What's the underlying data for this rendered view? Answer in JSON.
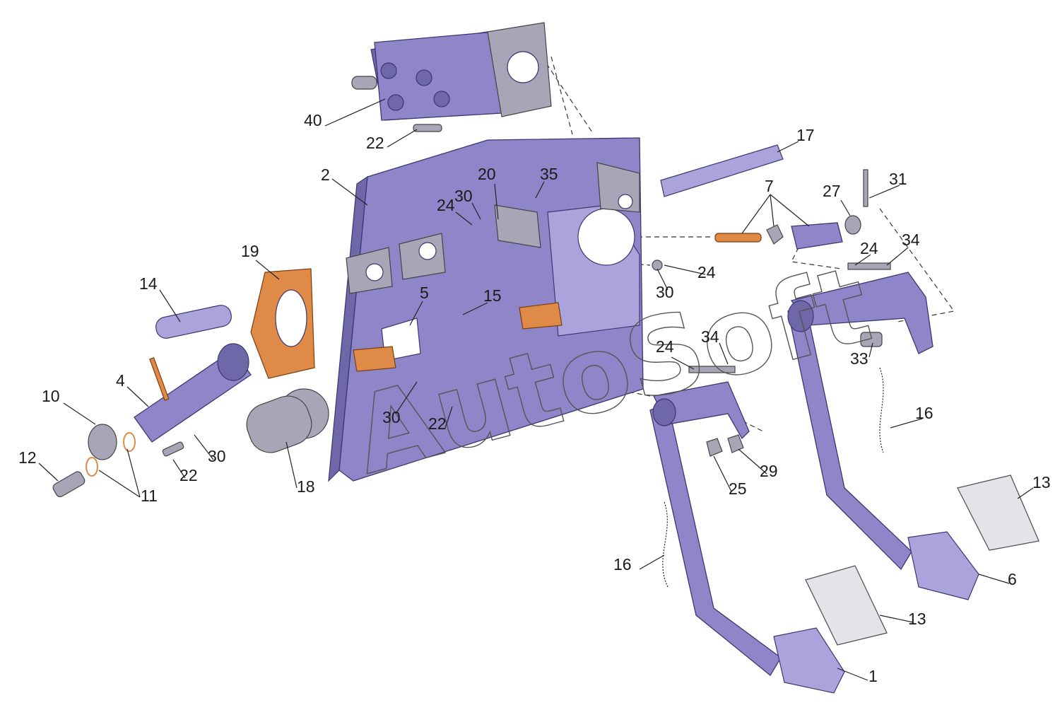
{
  "watermark": "AutoSoft",
  "colors": {
    "part": "#8e86c9",
    "gasket": "#e08a48",
    "pad": "#e4e3ea"
  },
  "callouts": [
    "40",
    "22",
    "2",
    "20",
    "35",
    "30",
    "24",
    "17",
    "7",
    "27",
    "31",
    "34",
    "24",
    "24",
    "30",
    "19",
    "14",
    "5",
    "15",
    "34",
    "24",
    "33",
    "16",
    "4",
    "10",
    "12",
    "11",
    "22",
    "30",
    "18",
    "30",
    "22",
    "29",
    "25",
    "13",
    "16",
    "6",
    "13",
    "1"
  ]
}
